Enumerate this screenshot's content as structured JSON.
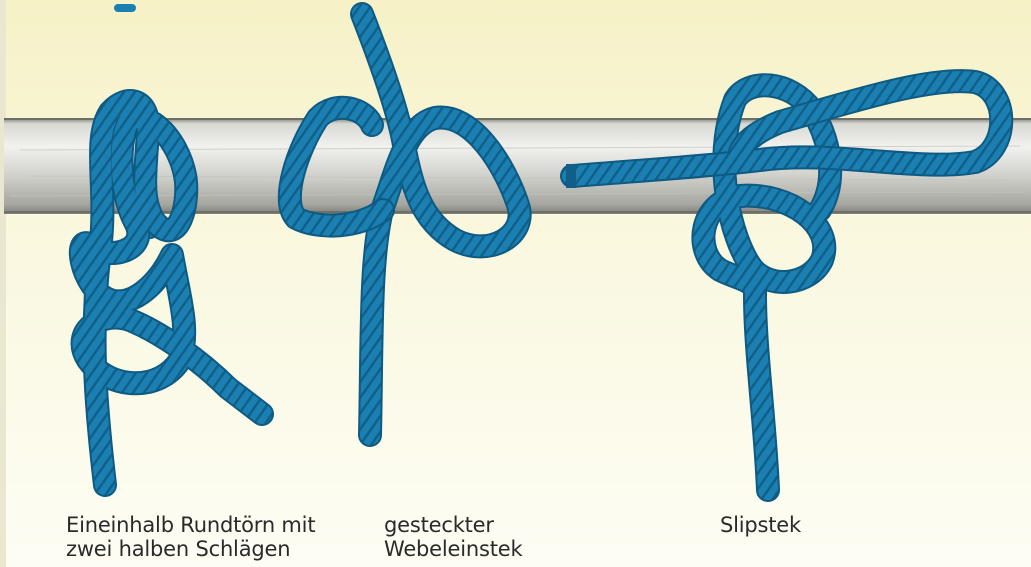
{
  "knots": [
    {
      "id": "round-turn",
      "caption_lines": [
        "Eineinhalb Rundtörn mit",
        "zwei halben Schlägen"
      ]
    },
    {
      "id": "clove-hitch",
      "caption_lines": [
        "gesteckter",
        "Webeleinstek"
      ]
    },
    {
      "id": "slip-hitch",
      "caption_lines": [
        "Slipstek"
      ]
    }
  ],
  "colors": {
    "background_top": "#f6f1c6",
    "background_bottom": "#fdfdf4",
    "pole_light": "#e6e6e2",
    "pole_dark": "#8f8f89",
    "rope": "#1b7fb2",
    "rope_dark": "#0d5a82",
    "caption_text": "#2a2a2a"
  }
}
